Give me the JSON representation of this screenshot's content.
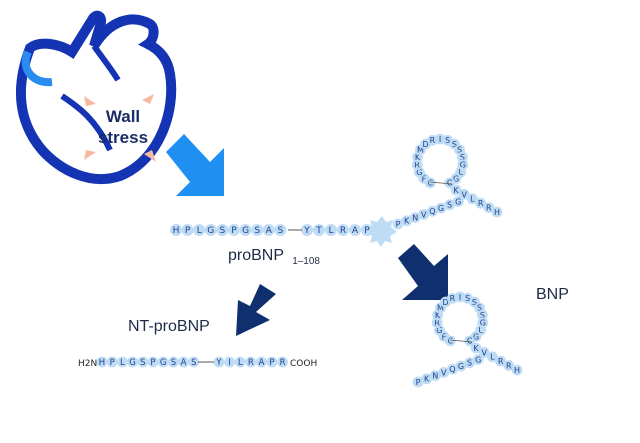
{
  "heart": {
    "label_line1": "Wall",
    "label_line2": "stress"
  },
  "probnp": {
    "label": "proBNP",
    "range": "1–108",
    "nterm_letters": [
      "H",
      "P",
      "L",
      "G",
      "S",
      "P",
      "G",
      "S",
      "A",
      "S"
    ],
    "mid_letters": [
      "Y",
      "T",
      "L",
      "R",
      "A",
      "P"
    ]
  },
  "ntprobnp": {
    "label": "NT-proBNP",
    "n_terminus": "H2N",
    "c_terminus": "COOH",
    "nterm_letters": [
      "H",
      "P",
      "L",
      "G",
      "S",
      "P",
      "G",
      "S",
      "A",
      "S"
    ],
    "cterm_letters": [
      "Y",
      "I",
      "L",
      "R",
      "A",
      "P",
      "R"
    ]
  },
  "bnp": {
    "label": "BNP",
    "tail_left": [
      "P",
      "K",
      "N",
      "V",
      "Q",
      "G",
      "S",
      "G"
    ],
    "ring_letters": [
      "C",
      "F",
      "G",
      "R",
      "K",
      "M",
      "D",
      "R",
      "I",
      "S",
      "S",
      "S",
      "S",
      "G",
      "L",
      "G",
      "C"
    ],
    "tail_right": [
      "K",
      "V",
      "L",
      "R",
      "R",
      "H"
    ]
  },
  "colors": {
    "heart_outline": "#1434b4",
    "heart_fill": "#2a8cf0",
    "arrow_light": "#1f8ff2",
    "arrow_dark": "#0f2f6e",
    "bead": "#bfdcf5",
    "bead_text": "#1d3f8a",
    "stress_arrow": "#f5b9a2"
  }
}
